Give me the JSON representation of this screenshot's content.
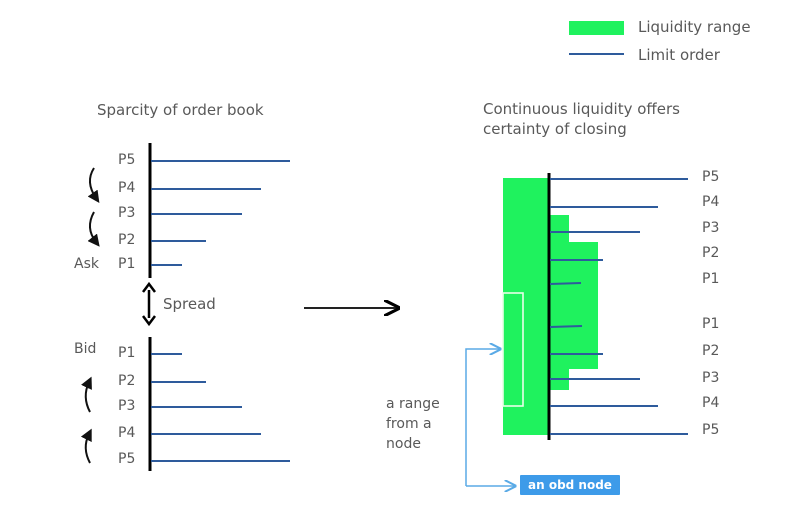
{
  "legend": {
    "items": [
      {
        "label": "Liquidity range",
        "swatch": "green-box",
        "color": "#1ff25e"
      },
      {
        "label": "Limit order",
        "swatch": "blue-line",
        "color": "#2e5b9c"
      }
    ]
  },
  "left_panel": {
    "title": "Sparcity of order book",
    "ask_label": "Ask",
    "bid_label": "Bid",
    "spread_label": "Spread",
    "ask_levels": [
      "P5",
      "P4",
      "P3",
      "P2",
      "P1"
    ],
    "bid_levels": [
      "P1",
      "P2",
      "P3",
      "P4",
      "P5"
    ]
  },
  "right_panel": {
    "title_line1": "Continuous liquidity offers",
    "title_line2": "certainty of closing",
    "ask_levels": [
      "P5",
      "P4",
      "P3",
      "P2",
      "P1"
    ],
    "bid_levels": [
      "P1",
      "P2",
      "P3",
      "P4",
      "P5"
    ],
    "annotation_line1": "a range",
    "annotation_line2": "from a",
    "annotation_line3": "node",
    "node_label": "an obd node"
  },
  "colors": {
    "liquidity": "#1ff25e",
    "limit_order": "#2e5b9c",
    "axis": "#000000",
    "node_arrow": "#5aaae6",
    "node_box": "#3d9be9"
  }
}
